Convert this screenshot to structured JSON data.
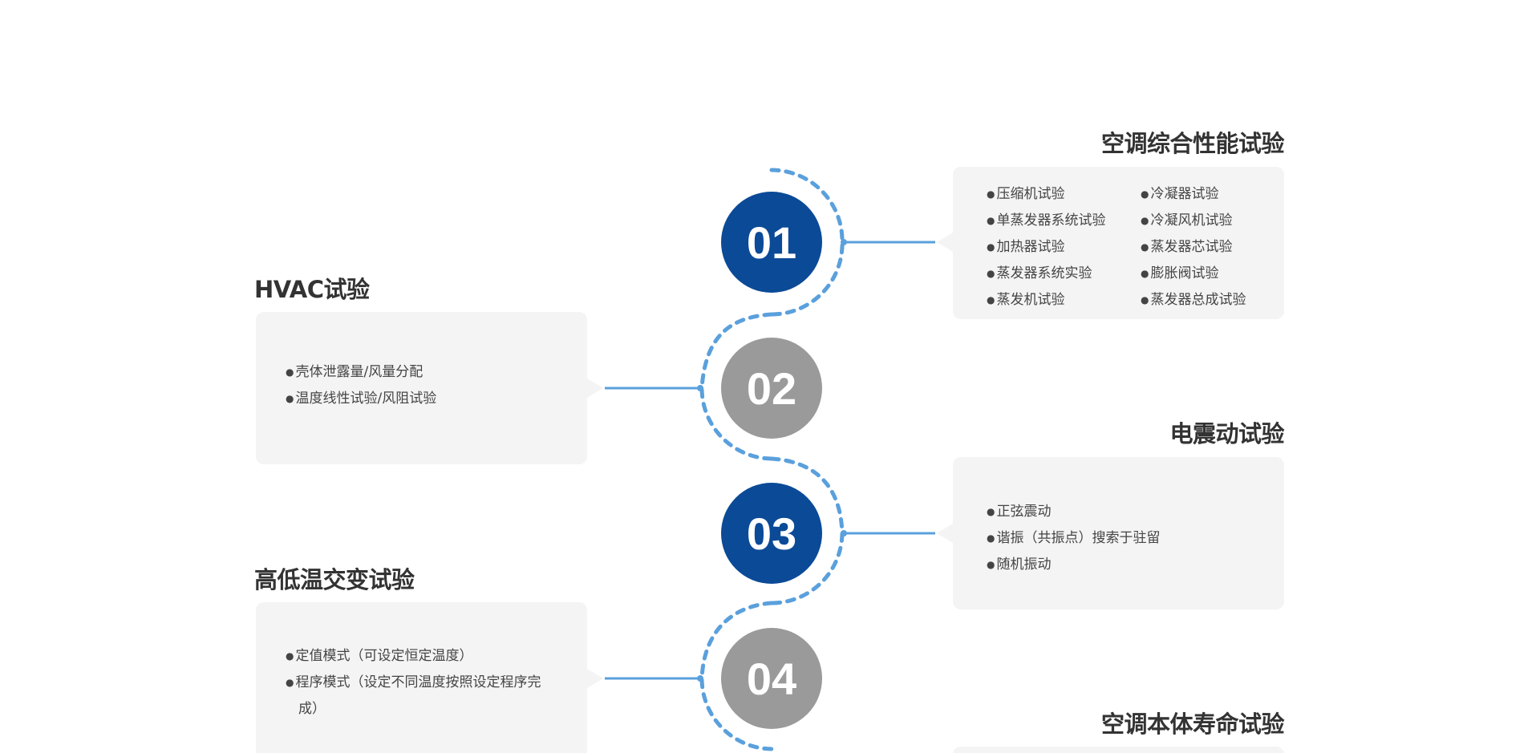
{
  "steps": [
    {
      "number": "01",
      "color": "#0b4a97"
    },
    {
      "number": "02",
      "color": "#9a9a9a"
    },
    {
      "number": "03",
      "color": "#0b4a97"
    },
    {
      "number": "04",
      "color": "#9a9a9a"
    }
  ],
  "sections": {
    "s1": {
      "title": "空调综合性能试验",
      "items_left": [
        "压缩机试验",
        "单蒸发器系统试验",
        "加热器试验",
        "蒸发器系统实验",
        "蒸发机试验"
      ],
      "items_right": [
        "冷凝器试验",
        "冷凝风机试验",
        "蒸发器芯试验",
        "膨胀阀试验",
        "蒸发器总成试验"
      ]
    },
    "s2": {
      "title": "HVAC试验",
      "items": [
        "壳体泄露量/风量分配",
        "温度线性试验/风阻试验"
      ]
    },
    "s3": {
      "title": "电震动试验",
      "items": [
        "正弦震动",
        "谐振（共振点）搜索于驻留",
        "随机振动"
      ]
    },
    "s4": {
      "title": "高低温交变试验",
      "items": [
        "定值模式（可设定恒定温度）",
        "程序模式（设定不同温度按照设定程序完成）"
      ]
    },
    "s5": {
      "title": "空调本体寿命试验"
    }
  },
  "colors": {
    "primary": "#0b4a97",
    "secondary": "#9a9a9a",
    "line": "#5aa0dc",
    "card": "#f4f4f4"
  }
}
